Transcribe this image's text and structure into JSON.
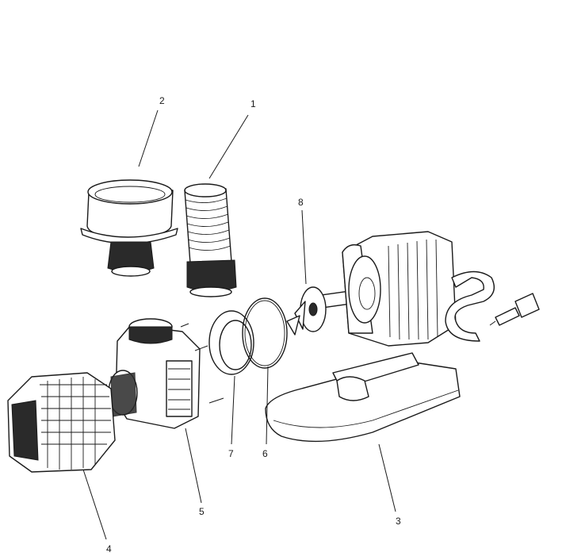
{
  "diagram": {
    "colors": {
      "line": "#1a1a1a",
      "background": "#ffffff"
    },
    "callouts": [
      {
        "id": "1",
        "part": "ribbed-hose-adapter"
      },
      {
        "id": "2",
        "part": "funnel-adapter"
      },
      {
        "id": "3",
        "part": "base-stand"
      },
      {
        "id": "4",
        "part": "filter-cage"
      },
      {
        "id": "5",
        "part": "pump-housing"
      },
      {
        "id": "6",
        "part": "o-ring"
      },
      {
        "id": "7",
        "part": "bayonet-ring"
      },
      {
        "id": "8",
        "part": "impeller"
      }
    ]
  }
}
